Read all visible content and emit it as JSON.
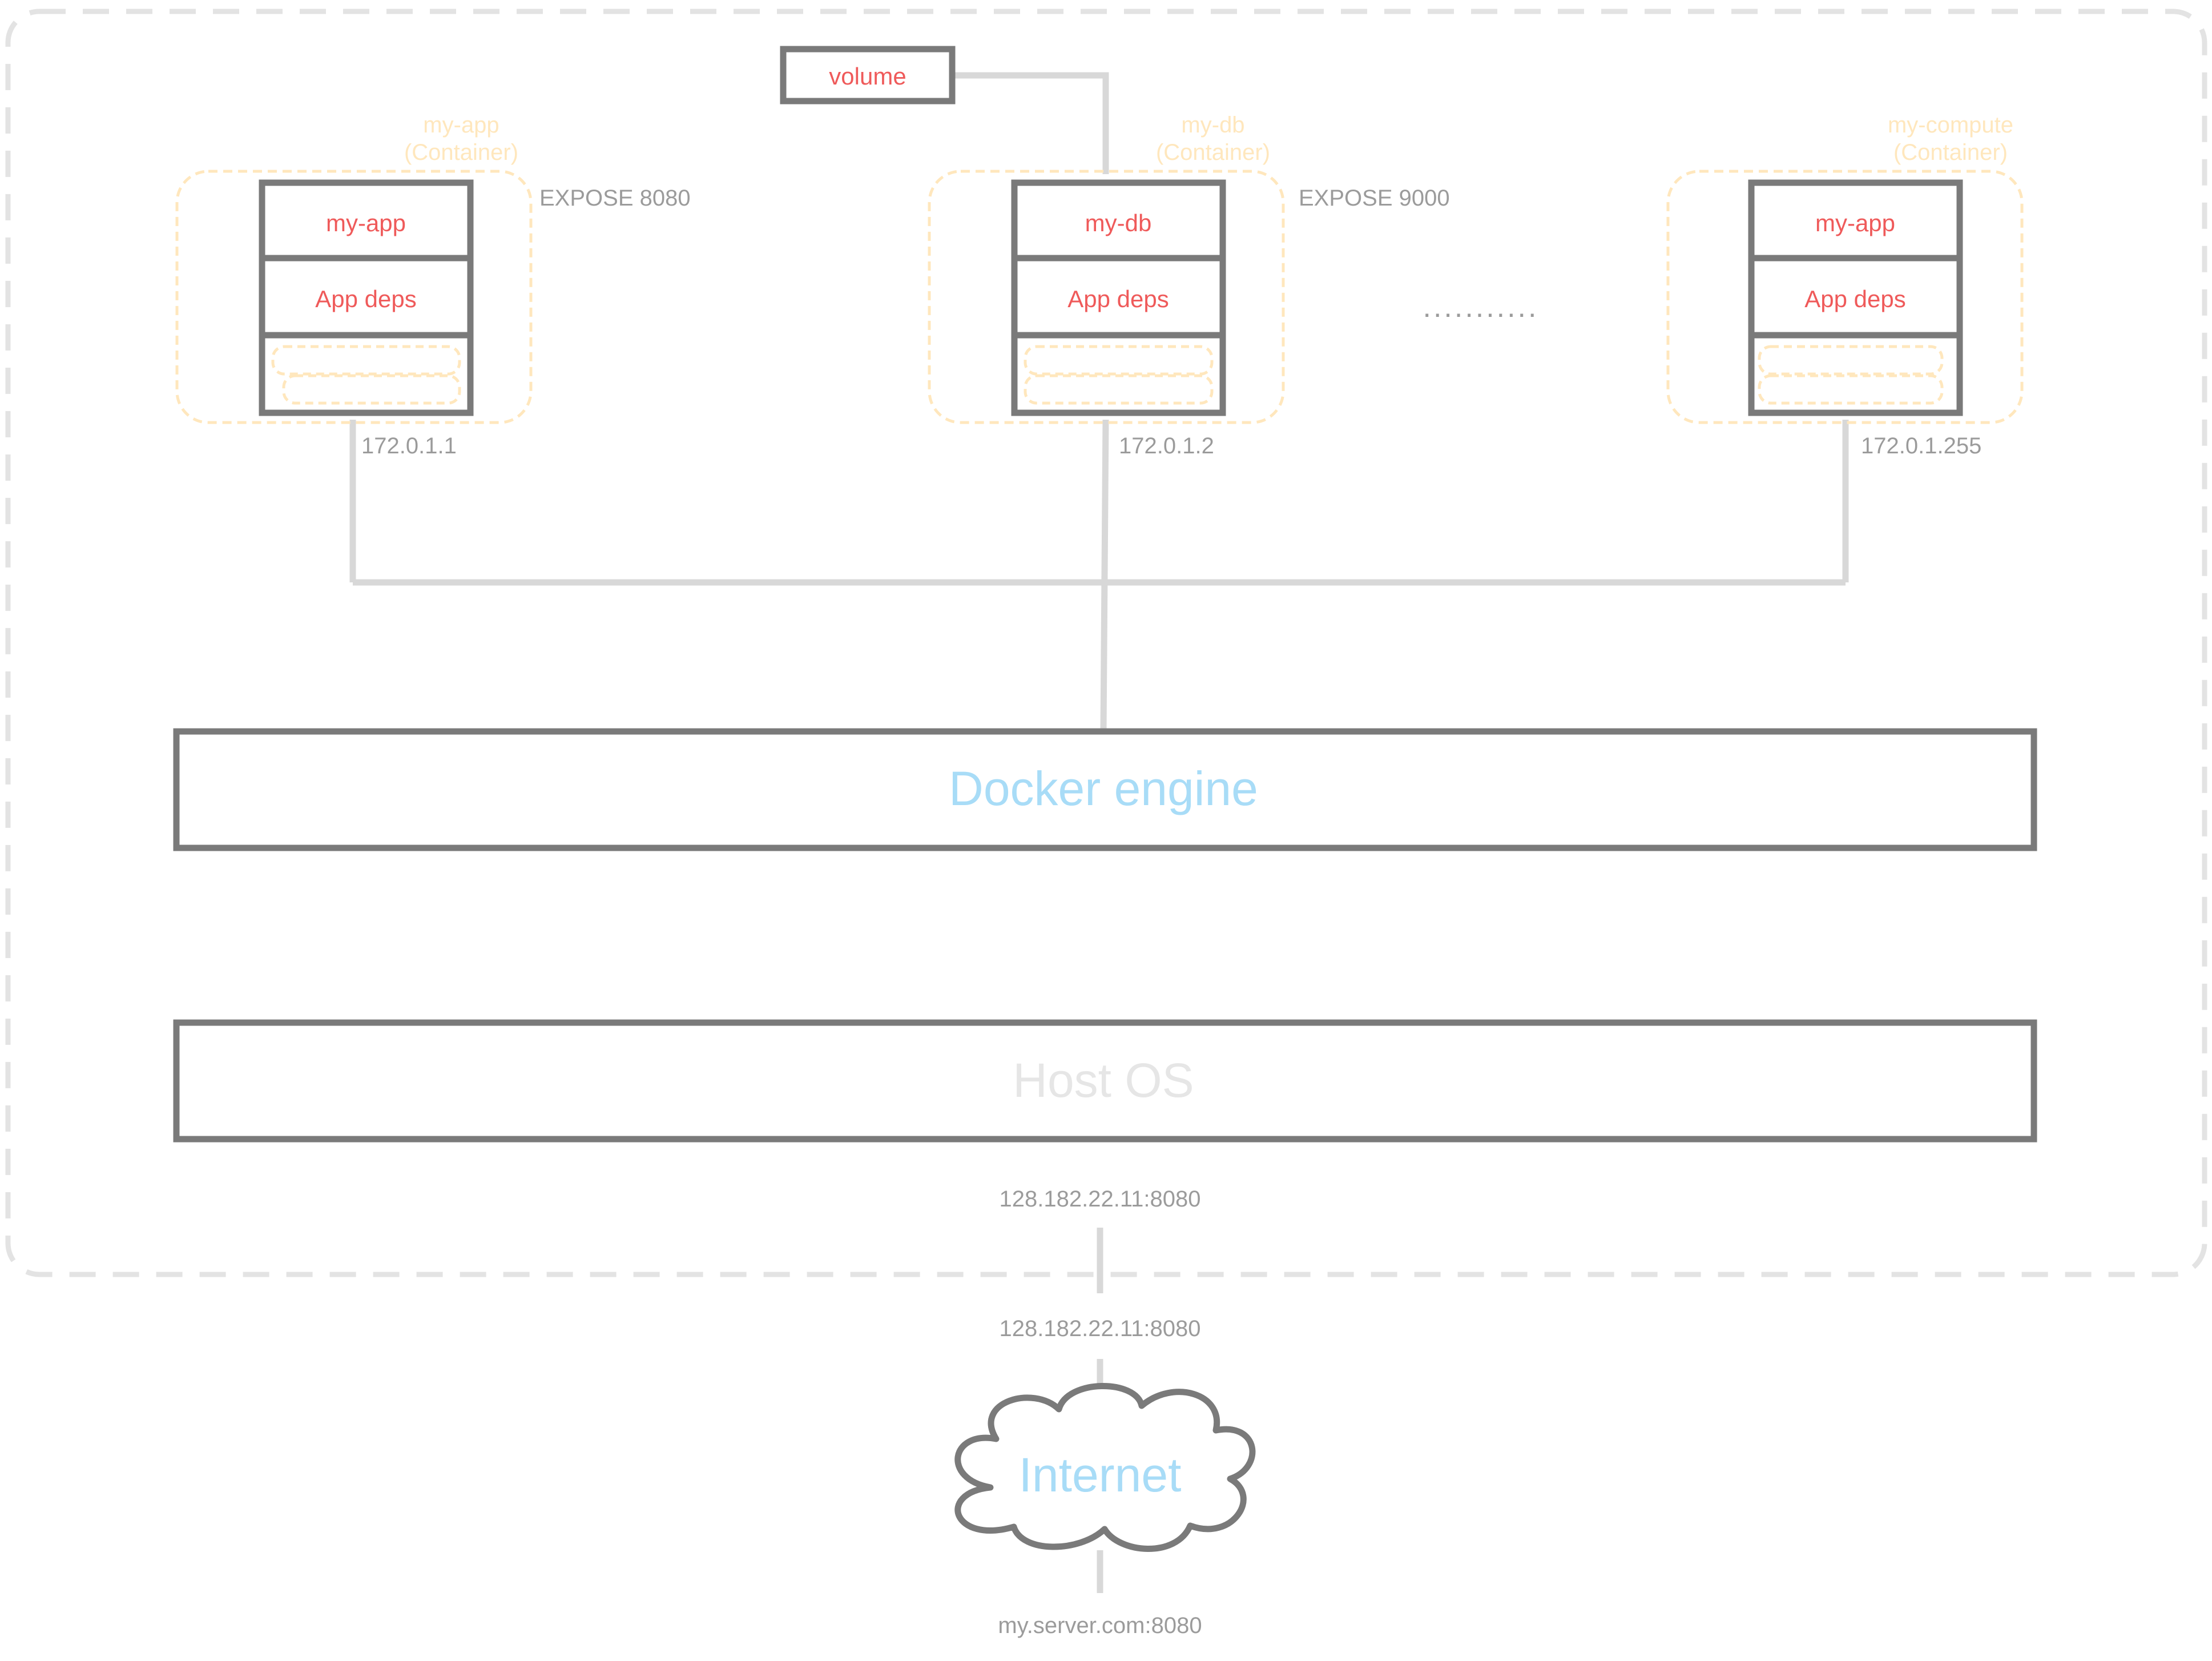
{
  "volume": {
    "label": "volume"
  },
  "containers": [
    {
      "title_line1": "my-app",
      "title_line2": "(Container)",
      "layer_top": "my-app",
      "layer_mid": "App deps",
      "expose": "EXPOSE 8080",
      "ip": "172.0.1.1"
    },
    {
      "title_line1": "my-db",
      "title_line2": "(Container)",
      "layer_top": "my-db",
      "layer_mid": "App deps",
      "expose": "EXPOSE 9000",
      "ip": "172.0.1.2"
    },
    {
      "title_line1": "my-compute",
      "title_line2": "(Container)",
      "layer_top": "my-app",
      "layer_mid": "App deps",
      "expose": "",
      "ip": "172.0.1.255"
    }
  ],
  "ellipsis": "...........",
  "docker_engine": {
    "label": "Docker engine"
  },
  "host_os": {
    "label": "Host OS"
  },
  "host_address": "128.182.22.11:8080",
  "public_address": "128.182.22.11:8080",
  "internet": {
    "label": "Internet"
  },
  "domain": "my.server.com:8080",
  "colors": {
    "box_stroke": "#7a7a7a",
    "connector": "#d8d8d8",
    "dashed_border": "#e3e3e3",
    "container_outline": "#ffe7bd",
    "layer_text": "#ef5a5a",
    "engine_text": "#a8dcf7",
    "host_text": "#e6e6e6",
    "label_text": "#9b9b9b"
  }
}
